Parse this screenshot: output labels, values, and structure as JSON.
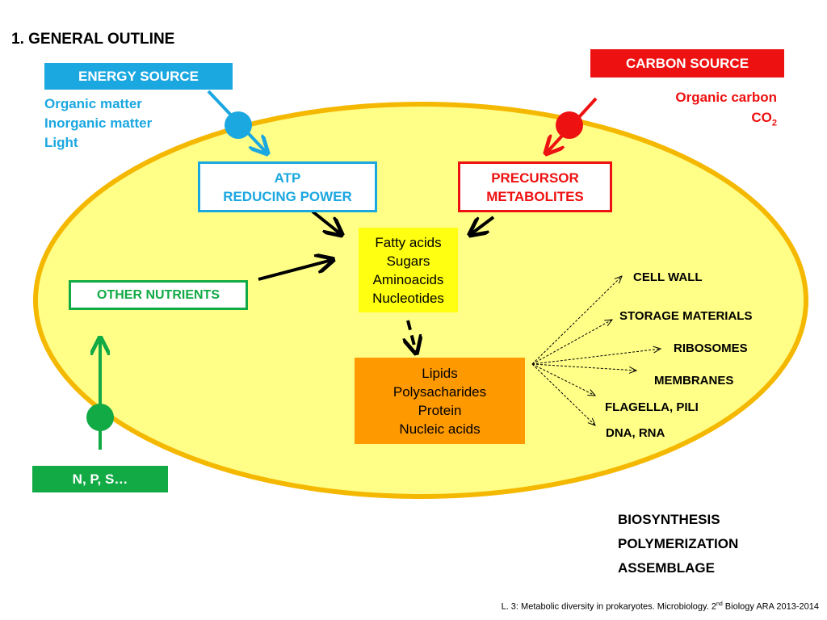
{
  "title": "1. GENERAL OUTLINE",
  "energy_source": {
    "label": "ENERGY SOURCE",
    "items": [
      "Organic matter",
      "Inorganic matter",
      "Light"
    ]
  },
  "carbon_source": {
    "label": "CARBON SOURCE",
    "line1": "Organic carbon",
    "co2_base": "CO",
    "co2_sub": "2"
  },
  "atp_box": {
    "line1": "ATP",
    "line2": "REDUCING POWER"
  },
  "precursor_box": {
    "line1": "PRECURSOR",
    "line2": "METABOLITES"
  },
  "other_nutrients": "OTHER NUTRIENTS",
  "nps": "N, P, S…",
  "monomers": [
    "Fatty acids",
    "Sugars",
    "Aminoacids",
    "Nucleotides"
  ],
  "polymers": [
    "Lipids",
    "Polysacharides",
    "Protein",
    "Nucleic acids"
  ],
  "structures": [
    "CELL WALL",
    "STORAGE MATERIALS",
    "RIBOSOMES",
    "MEMBRANES",
    "FLAGELLA, PILI",
    "DNA, RNA"
  ],
  "processes": [
    "BIOSYNTHESIS",
    "POLYMERIZATION",
    "ASSEMBLAGE"
  ],
  "footer": {
    "before": "L. 3: Metabolic diversity in prokaryotes.  Microbiology. 2",
    "sup": "nd",
    "after": " Biology ARA  2013-2014"
  },
  "colors": {
    "cell_fill": "#ffff88",
    "cell_border": "#f5b800",
    "energy": "#1ba7e0",
    "carbon": "#ee1111",
    "nutrients": "#11aa44",
    "monomer_fill": "#ffff11",
    "polymer_fill": "#ff9900"
  }
}
